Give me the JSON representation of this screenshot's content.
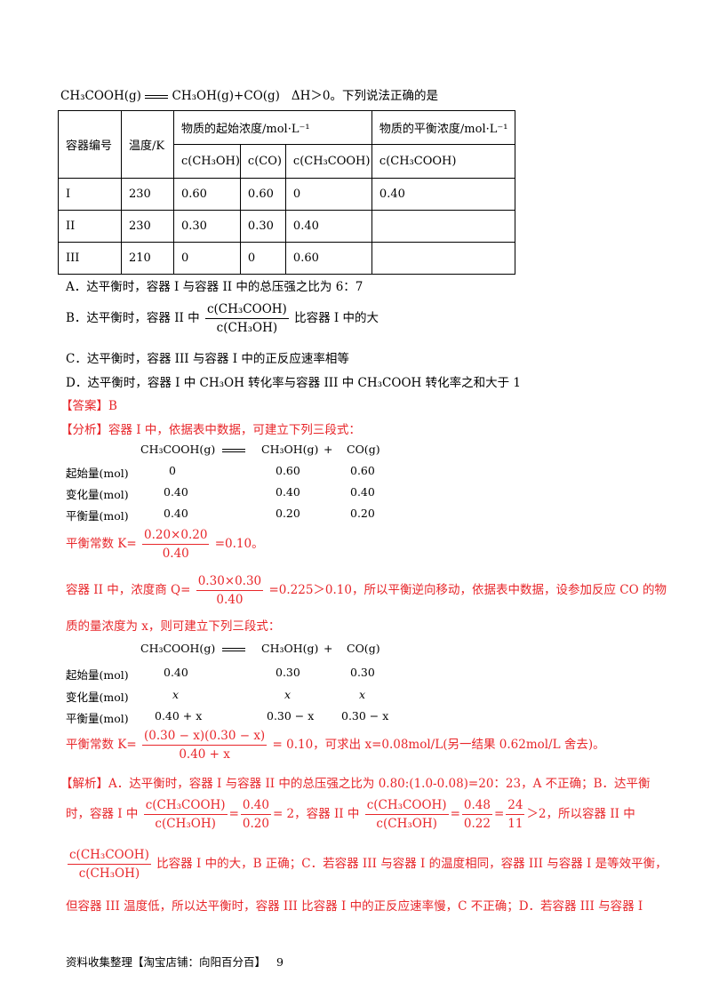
{
  "reaction": {
    "lhs": "CH₃COOH(g)",
    "rhs": "CH₃OH(g)+CO(g)",
    "dh": "ΔH＞0。下列说法正确的是"
  },
  "table": {
    "h_vessel": "容器编号",
    "h_temp": "温度/K",
    "h_init": "物质的起始浓度/mol·L⁻¹",
    "h_eq": "物质的平衡浓度/mol·L⁻¹",
    "sub": [
      "c(CH₃OH)",
      "c(CO)",
      "c(CH₃COOH)",
      "c(CH₃COOH)"
    ],
    "rows": [
      {
        "id": "I",
        "t": "230",
        "a": "0.60",
        "b": "0.60",
        "c": "0",
        "d": "0.40"
      },
      {
        "id": "II",
        "t": "230",
        "a": "0.30",
        "b": "0.30",
        "c": "0.40",
        "d": ""
      },
      {
        "id": "III",
        "t": "210",
        "a": "0",
        "b": "0",
        "c": "0.60",
        "d": ""
      }
    ]
  },
  "options": {
    "a": "A．达平衡时，容器 I 与容器 II 中的总压强之比为 6：7",
    "b_pre": "B．达平衡时，容器 II 中",
    "b_num": "c(CH₃COOH)",
    "b_den": "c(CH₃OH)",
    "b_post": "比容器 I 中的大",
    "c": "C．达平衡时，容器 III 与容器 I 中的正反应速率相等",
    "d": "D．达平衡时，容器 I 中 CH₃OH 转化率与容器 III 中 CH₃COOH 转化率之和大于 1"
  },
  "answer": "【答案】B",
  "analysis": {
    "intro": "【分析】容器 I 中，依据表中数据，可建立下列三段式：",
    "ice1": {
      "hdr": [
        "CH₃COOH(g)",
        "CH₃OH(g)",
        "+",
        "CO(g)"
      ],
      "labels": [
        "起始量(mol)",
        "变化量(mol)",
        "平衡量(mol)"
      ],
      "col1": [
        "0",
        "0.40",
        "0.40"
      ],
      "col2": [
        "0.60",
        "0.40",
        "0.20"
      ],
      "col3": [
        "0.60",
        "0.40",
        "0.20"
      ]
    },
    "k_pre": "平衡常数 K=",
    "k_num": "0.20×0.20",
    "k_den": "0.40",
    "k_post": "=0.10。",
    "q_pre": "容器 II 中，浓度商 Q=",
    "q_num": "0.30×0.30",
    "q_den": "0.40",
    "q_post": "=0.225＞0.10，所以平衡逆向移动，依据表中数据，设参加反应 CO 的物",
    "q_line2": "质的量浓度为 x，则可建立下列三段式：",
    "ice2": {
      "hdr": [
        "CH₃COOH(g)",
        "CH₃OH(g)",
        "+",
        "CO(g)"
      ],
      "labels": [
        "起始量(mol)",
        "变化量(mol)",
        "平衡量(mol)"
      ],
      "col1": [
        "0.40",
        "x",
        "0.40 + x"
      ],
      "col2": [
        "0.30",
        "x",
        "0.30 − x"
      ],
      "col3": [
        "0.30",
        "x",
        "0.30 − x"
      ]
    },
    "k2_pre": "平衡常数 K=",
    "k2_num": "(0.30 − x)(0.30 − x)",
    "k2_den": "0.40 + x",
    "k2_post": "= 0.10，可求出 x=0.08mol/L(另一结果 0.62mol/L 舍去)。"
  },
  "explanation": {
    "l1": "【解析】A．达平衡时，容器 I 与容器 II 中的总压强之比为 0.80:(1.0-0.08)=20：23，A 不正确；B．达平衡",
    "l2_a": "时，容器 I 中",
    "frac_num": "c(CH₃COOH)",
    "frac_den": "c(CH₃OH)",
    "v1_num": "0.40",
    "v1_den": "0.20",
    "v1_res": "= 2",
    "l2_b": "，容器 II 中",
    "v2_num": "0.48",
    "v2_den": "0.22",
    "v2_num2": "24",
    "v2_den2": "11",
    "l2_c": "＞2，所以容器 II 中",
    "l3_post": "比容器 I 中的大，B 正确；C．若容器 III 与容器 I 的温度相同，容器 III 与容器 I 是等效平衡，",
    "l4": "但容器 III 温度低，所以达平衡时，容器 III 比容器 I 中的正反应速率慢，C 不正确；D．若容器 III 与容器 I"
  },
  "footer": {
    "text": "资料收集整理【淘宝店铺：向阳百分百】",
    "page": "9"
  }
}
